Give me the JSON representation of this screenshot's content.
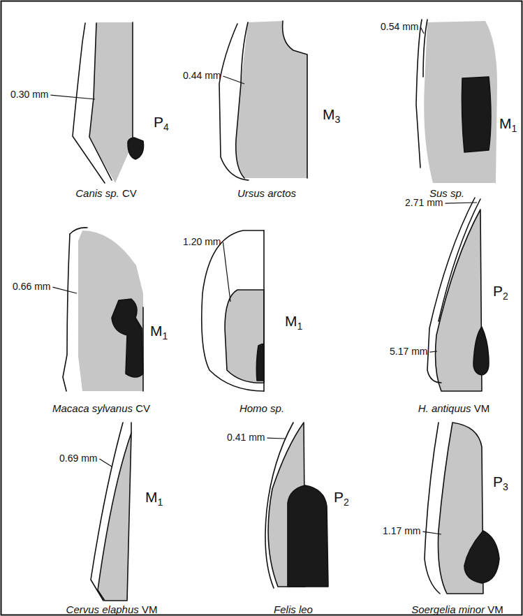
{
  "diagram": {
    "labels": [
      "0.30 mm",
      "P4",
      "Canis sp. CV",
      "0.44 mm",
      "M3",
      "Ursus arctos",
      "0.54 mm",
      "M1",
      "Sus sp.",
      "0.66 mm",
      "M1",
      "Macaca sylvanus CV",
      "1.20 mm",
      "M1",
      "Homo sp.",
      "2.71 mm",
      "P2",
      "5.17 mm",
      "H. antiquus VM",
      "0.69 mm",
      "M1",
      "Cervus elaphus VM",
      "0.41 mm",
      "P2",
      "Felis leo",
      "1.17 mm",
      "P3",
      "Soergelia minor VM"
    ]
  }
}
